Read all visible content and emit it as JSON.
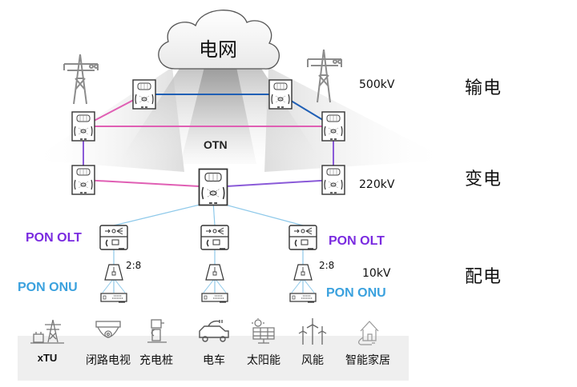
{
  "cloud": {
    "label": "电网",
    "icon": "cloud-icon"
  },
  "otn": {
    "label": "OTN"
  },
  "tiers": [
    {
      "id": "transmission",
      "label": "输电",
      "voltage": "500kV"
    },
    {
      "id": "substation",
      "label": "变电",
      "voltage": "220kV"
    },
    {
      "id": "distribution",
      "label": "配电",
      "voltage": "10kV"
    }
  ],
  "pon": {
    "olt_label": "PON OLT",
    "onu_label": "PON ONU",
    "split_ratio": "2:8"
  },
  "colors": {
    "otn_link_pink": "#e05fb4",
    "otn_link_purple": "#8a5ad8",
    "otn_link_blue": "#1f5fb5",
    "pon_link": "#8ec9ea",
    "olt_text": "#7a2be0",
    "onu_text": "#3aa1de",
    "icon_gray": "#8c8c8c",
    "band_bg": "#efefef"
  },
  "nodes": {
    "otn_nodes": [
      {
        "id": "t1",
        "tier": "transmission",
        "icon": "otn-node-icon"
      },
      {
        "id": "t2",
        "tier": "transmission",
        "icon": "otn-node-icon"
      },
      {
        "id": "t3",
        "tier": "transmission",
        "icon": "otn-node-icon"
      },
      {
        "id": "t4",
        "tier": "transmission",
        "icon": "otn-node-icon"
      },
      {
        "id": "s1",
        "tier": "substation",
        "icon": "otn-node-icon"
      },
      {
        "id": "s2",
        "tier": "substation",
        "icon": "otn-node-icon"
      },
      {
        "id": "s3",
        "tier": "substation",
        "icon": "otn-node-icon"
      }
    ],
    "olts": [
      "olt-left",
      "olt-center",
      "olt-right"
    ],
    "onus": [
      "onu-left",
      "onu-center",
      "onu-right"
    ]
  },
  "endpoints": [
    {
      "label": "xTU",
      "icon": "xtu-tower-icon"
    },
    {
      "label": "闭路电视",
      "icon": "cctv-camera-icon"
    },
    {
      "label": "充电桩",
      "icon": "charging-pile-icon"
    },
    {
      "label": "电车",
      "icon": "electric-car-icon"
    },
    {
      "label": "太阳能",
      "icon": "solar-panel-icon"
    },
    {
      "label": "风能",
      "icon": "wind-turbine-icon"
    },
    {
      "label": "智能家居",
      "icon": "smart-home-icon"
    }
  ]
}
